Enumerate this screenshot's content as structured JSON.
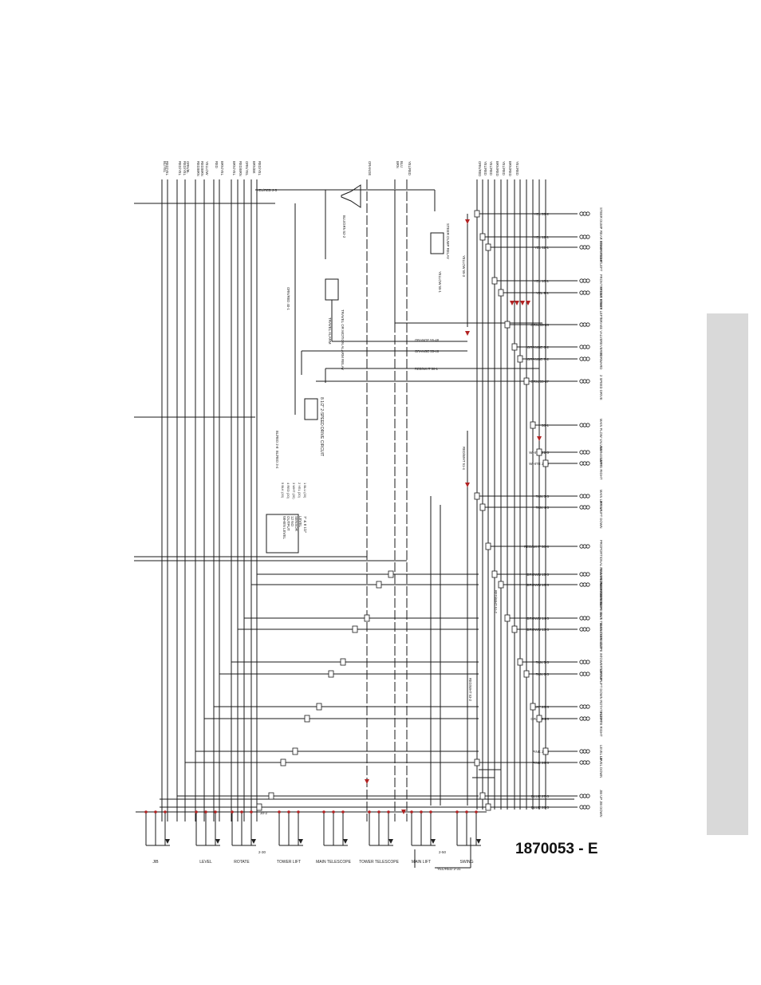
{
  "document": {
    "number": "1870053 - E"
  },
  "top_wire_tags": [
    "BL/YEL",
    "RED/YEL",
    "RED/YEL",
    "RED/YEL",
    "ORN/BL",
    "RED/BRN",
    "RED/BRN",
    "YELLOW",
    "RED",
    "BRN/YEL",
    "BRN/YEL",
    "RED/BRN",
    "ORN/YEL",
    "BRN/BK",
    "RED/YEL",
    "ORANGE",
    "BRN",
    "BLU",
    "YEL/RED",
    "ORN/RED",
    "YEL/RED",
    "YEL/RED",
    "BRN/RED",
    "YEL/RED",
    "BRN/RED",
    "YEL/RED"
  ],
  "feeds": [
    {
      "id": "yelred-2-5",
      "label": "YEL/RED 2-5"
    },
    {
      "id": "orn-55-48",
      "label": "ORANGE 55-48"
    },
    {
      "id": "orn-55-46",
      "label": "ORANGE 55-46"
    },
    {
      "id": "redwht-50-1",
      "label": "RED/WHT 50-1"
    },
    {
      "id": "blured-2-8",
      "label": "BL/RED 2-8"
    },
    {
      "id": "blured-3-4",
      "label": "BL/RED 3-4"
    },
    {
      "id": "yellow-55-1",
      "label": "YELLOW 55-1"
    },
    {
      "id": "yellow-55-3",
      "label": "YELLOW 55-3"
    },
    {
      "id": "orn-red-1",
      "label": "ORN/RED 40-1"
    },
    {
      "id": "blugrn-52-2",
      "label": "BLU/GRN 52-2"
    },
    {
      "id": "redwht-51-4",
      "label": "RED/WHT 51-4"
    },
    {
      "id": "red-51-2",
      "label": "RED/WHT 51-2"
    },
    {
      "id": "redwht-53-2",
      "label": "RED/WHT 53-2"
    }
  ],
  "labels": {
    "steer_dump_relay": "STEER DUMP RELAY",
    "travel_motion_alarm": "TRAVEL OR MOTION ALARM RELAY",
    "travel_alarm": "TRAVEL ALARM",
    "drive_speed": "8 1/2\" 2-SPEED DRIVE CIRCUIT",
    "level_sensor_1": "7\" & 8 1/2\"",
    "level_sensor_2": "LEVEL",
    "level_sensor_3": "SENSOR",
    "level_sensor_4": "12 NO",
    "level_sensor_5": "OUTPUT",
    "level_sensor_6": "WHEN LEVEL",
    "ls_pin_1": "1 BLU (20)",
    "ls_pin_2": "2 YEL (20)",
    "ls_pin_3": "3 WHT (20)",
    "ls_pin_4": "4 RED (20)",
    "ls_pin_5": "5 BLK (20)",
    "term_30_2": "30-2",
    "term_2_30": "2-30",
    "term_2_50": "2-50",
    "main_lift_coil": "YEL/RED 2-31"
  },
  "valve_rows": [
    {
      "wire": "YEL 55-2",
      "name": "STEER DUMP"
    },
    {
      "wire": "YEL 12-1",
      "name": "REAR STEER RIGHT"
    },
    {
      "wire": "YEL 11-1",
      "name": "REAR STEER LEFT"
    },
    {
      "wire": "YEL 10-1",
      "name": "FRONT STEER RIGHT"
    },
    {
      "wire": "YEL 9-1",
      "name": "FRONT STEER LEFT"
    },
    {
      "wire": "ORN 55-45",
      "name": "BRAKE VALVE"
    },
    {
      "wire": "ORANGE 6-2",
      "name": "REVERSE"
    },
    {
      "wire": "ORANGE 7-2",
      "name": "FORWARD"
    },
    {
      "wire": "ORN 55-47",
      "name": "2 SPEED DRIVE"
    },
    {
      "wire": "50-1",
      "name": "MAIN FLOW VALVES"
    },
    {
      "wire": "WHITE 21-3",
      "name": "SWING LEFT"
    },
    {
      "wire": "WHITE 22-3",
      "name": "SWING RIGHT"
    },
    {
      "wire": "TAN 3-3",
      "name": "MAIN LIFT UP"
    },
    {
      "wire": "TAN 4-3",
      "name": "MAIN LIFT DOWN"
    },
    {
      "wire": "RED/WHT 50-8",
      "name": "PROPORTIONAL MAIN FLOW DRIVE STEER"
    },
    {
      "wire": "BROWN 15-3",
      "name": "TOWER TELESCOPE IN"
    },
    {
      "wire": "BROWN 16-3",
      "name": "TOWER TELESCOPE OUT"
    },
    {
      "wire": "BROWN 14-3",
      "name": "MAIN TELESCOPE OUT"
    },
    {
      "wire": "BROWN 13-3",
      "name": "MAIN TELESCOPE IN"
    },
    {
      "wire": "TAN 5-3",
      "name": "TOWER LIFT UP"
    },
    {
      "wire": "TAN 6-3",
      "name": "TOWER LIFT DOWN"
    },
    {
      "wire": "GRAY 23-3",
      "name": "ROTATE LEFT"
    },
    {
      "wire": "GRAY 24-3",
      "name": "ROTATE RIGHT"
    },
    {
      "wire": "PINK 25-3",
      "name": "LEVEL UP"
    },
    {
      "wire": "PINK 26-3",
      "name": "LEVEL DOWN"
    },
    {
      "wire": "BLUE 27-3",
      "name": "JIB UP"
    },
    {
      "wire": "BLUE 28-3",
      "name": "JIB DOWN"
    }
  ],
  "bottom_groups": [
    {
      "name": "JIB"
    },
    {
      "name": "LEVEL"
    },
    {
      "name": "ROTATE"
    },
    {
      "name": "TOWER LIFT"
    },
    {
      "name": "MAIN TELESCOPE"
    },
    {
      "name": "TOWER TELESCOPE"
    },
    {
      "name": "MAIN LIFT"
    },
    {
      "name": "SWING"
    }
  ],
  "colors": {
    "line": "#1a1a1a",
    "diode": "#b22222",
    "side_tab": "#d9d9d9"
  }
}
